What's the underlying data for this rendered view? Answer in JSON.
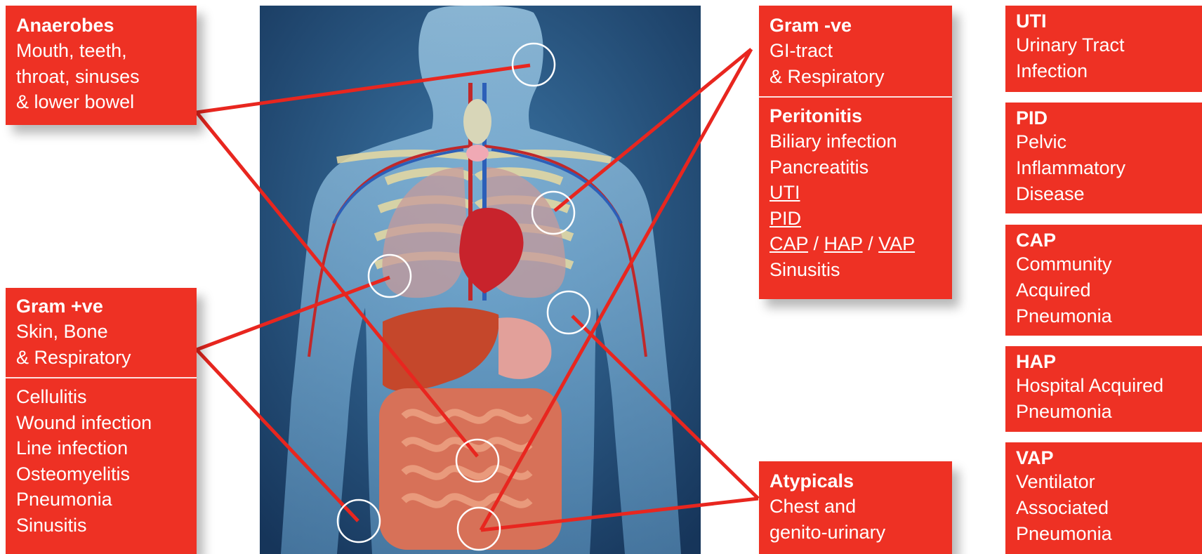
{
  "colors": {
    "box": "#ee3124",
    "line": "#e8261f",
    "background_dark": "#16355a",
    "background_light": "#3d78a8"
  },
  "boxes": {
    "anaerobes": {
      "title": "Anaerobes",
      "lines": [
        "Mouth, teeth,",
        "throat, sinuses",
        "& lower bowel"
      ]
    },
    "gram_pos": {
      "title": "Gram +ve",
      "lines": [
        "Skin, Bone",
        "& Respiratory"
      ],
      "conditions": [
        "Cellulitis",
        "Wound infection",
        "Line infection",
        "Osteomyelitis",
        "Pneumonia",
        "Sinusitis"
      ]
    },
    "gram_neg": {
      "title": "Gram -ve",
      "lines": [
        "GI-tract",
        "& Respiratory"
      ]
    },
    "peritonitis": {
      "title": "Peritonitis",
      "lines": [
        "Biliary infection",
        "Pancreatitis"
      ],
      "links": {
        "uti": "UTI",
        "pid": "PID",
        "cap": "CAP",
        "hap": "HAP",
        "vap": "VAP",
        "sep": " / "
      },
      "last": "Sinusitis"
    },
    "atypicals": {
      "title": "Atypicals",
      "lines": [
        "Chest and",
        "genito-urinary"
      ]
    }
  },
  "glossary": [
    {
      "abbr": "UTI",
      "lines": [
        "Urinary Tract",
        "Infection"
      ]
    },
    {
      "abbr": "PID",
      "lines": [
        "Pelvic",
        "Inflammatory",
        "Disease"
      ]
    },
    {
      "abbr": "CAP",
      "lines": [
        "Community",
        "Acquired",
        "Pneumonia"
      ]
    },
    {
      "abbr": "HAP",
      "lines": [
        "Hospital Acquired",
        "Pneumonia"
      ]
    },
    {
      "abbr": "VAP",
      "lines": [
        "Ventilator",
        "Associated",
        "Pneumonia"
      ]
    }
  ]
}
